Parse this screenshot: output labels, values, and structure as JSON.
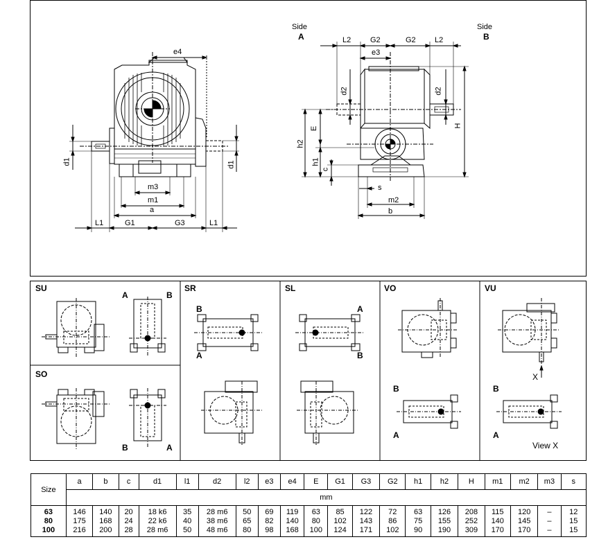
{
  "top_drawing": {
    "side_a": {
      "word": "Side",
      "letter": "A"
    },
    "side_b": {
      "word": "Side",
      "letter": "B"
    },
    "front_dims": {
      "e4": "e4",
      "d1_left": "d1",
      "d1_right": "d1",
      "m3": "m3",
      "m1": "m1",
      "a": "a",
      "l1_left": "L1",
      "g1": "G1",
      "g3": "G3",
      "l1_right": "L1"
    },
    "side_dims": {
      "l2_left": "L2",
      "g2_left": "G2",
      "g2_right": "G2",
      "l2_right": "L2",
      "e3": "e3",
      "d2_left": "d2",
      "d2_right": "d2",
      "h_big": "H",
      "h2": "h2",
      "e": "E",
      "h1": "h1",
      "c": "c",
      "s": "s",
      "m2": "m2",
      "b": "b"
    }
  },
  "mounting_panels": [
    {
      "id": "SU",
      "label": "SU",
      "letters": [
        "A",
        "B"
      ]
    },
    {
      "id": "SR",
      "label": "SR",
      "letters": [
        "B",
        "A"
      ]
    },
    {
      "id": "SL",
      "label": "SL",
      "letters": [
        "A",
        "B"
      ]
    },
    {
      "id": "VO",
      "label": "VO",
      "letters": [
        "B",
        "A"
      ]
    },
    {
      "id": "VU",
      "label": "VU",
      "letters": [
        "X",
        "B",
        "A",
        "View X"
      ]
    },
    {
      "id": "SO",
      "label": "SO",
      "letters": [
        "B",
        "A"
      ]
    }
  ],
  "table": {
    "size_header": "Size",
    "unit": "mm",
    "columns": [
      "a",
      "b",
      "c",
      "d1",
      "l1",
      "d2",
      "l2",
      "e3",
      "e4",
      "E",
      "G1",
      "G3",
      "G2",
      "h1",
      "h2",
      "H",
      "m1",
      "m2",
      "m3",
      "s"
    ],
    "rows": [
      {
        "size": "63",
        "values": [
          "146",
          "140",
          "20",
          "18 k6",
          "35",
          "28 m6",
          "50",
          "69",
          "119",
          "63",
          "85",
          "122",
          "72",
          "63",
          "126",
          "208",
          "115",
          "120",
          "–",
          "12"
        ]
      },
      {
        "size": "80",
        "values": [
          "175",
          "168",
          "24",
          "22 k6",
          "40",
          "38 m6",
          "65",
          "82",
          "140",
          "80",
          "102",
          "143",
          "86",
          "75",
          "155",
          "252",
          "140",
          "145",
          "–",
          "15"
        ]
      },
      {
        "size": "100",
        "values": [
          "216",
          "200",
          "28",
          "28 m6",
          "50",
          "48 m6",
          "80",
          "98",
          "168",
          "100",
          "124",
          "171",
          "102",
          "90",
          "190",
          "309",
          "170",
          "170",
          "–",
          "15"
        ]
      }
    ]
  }
}
